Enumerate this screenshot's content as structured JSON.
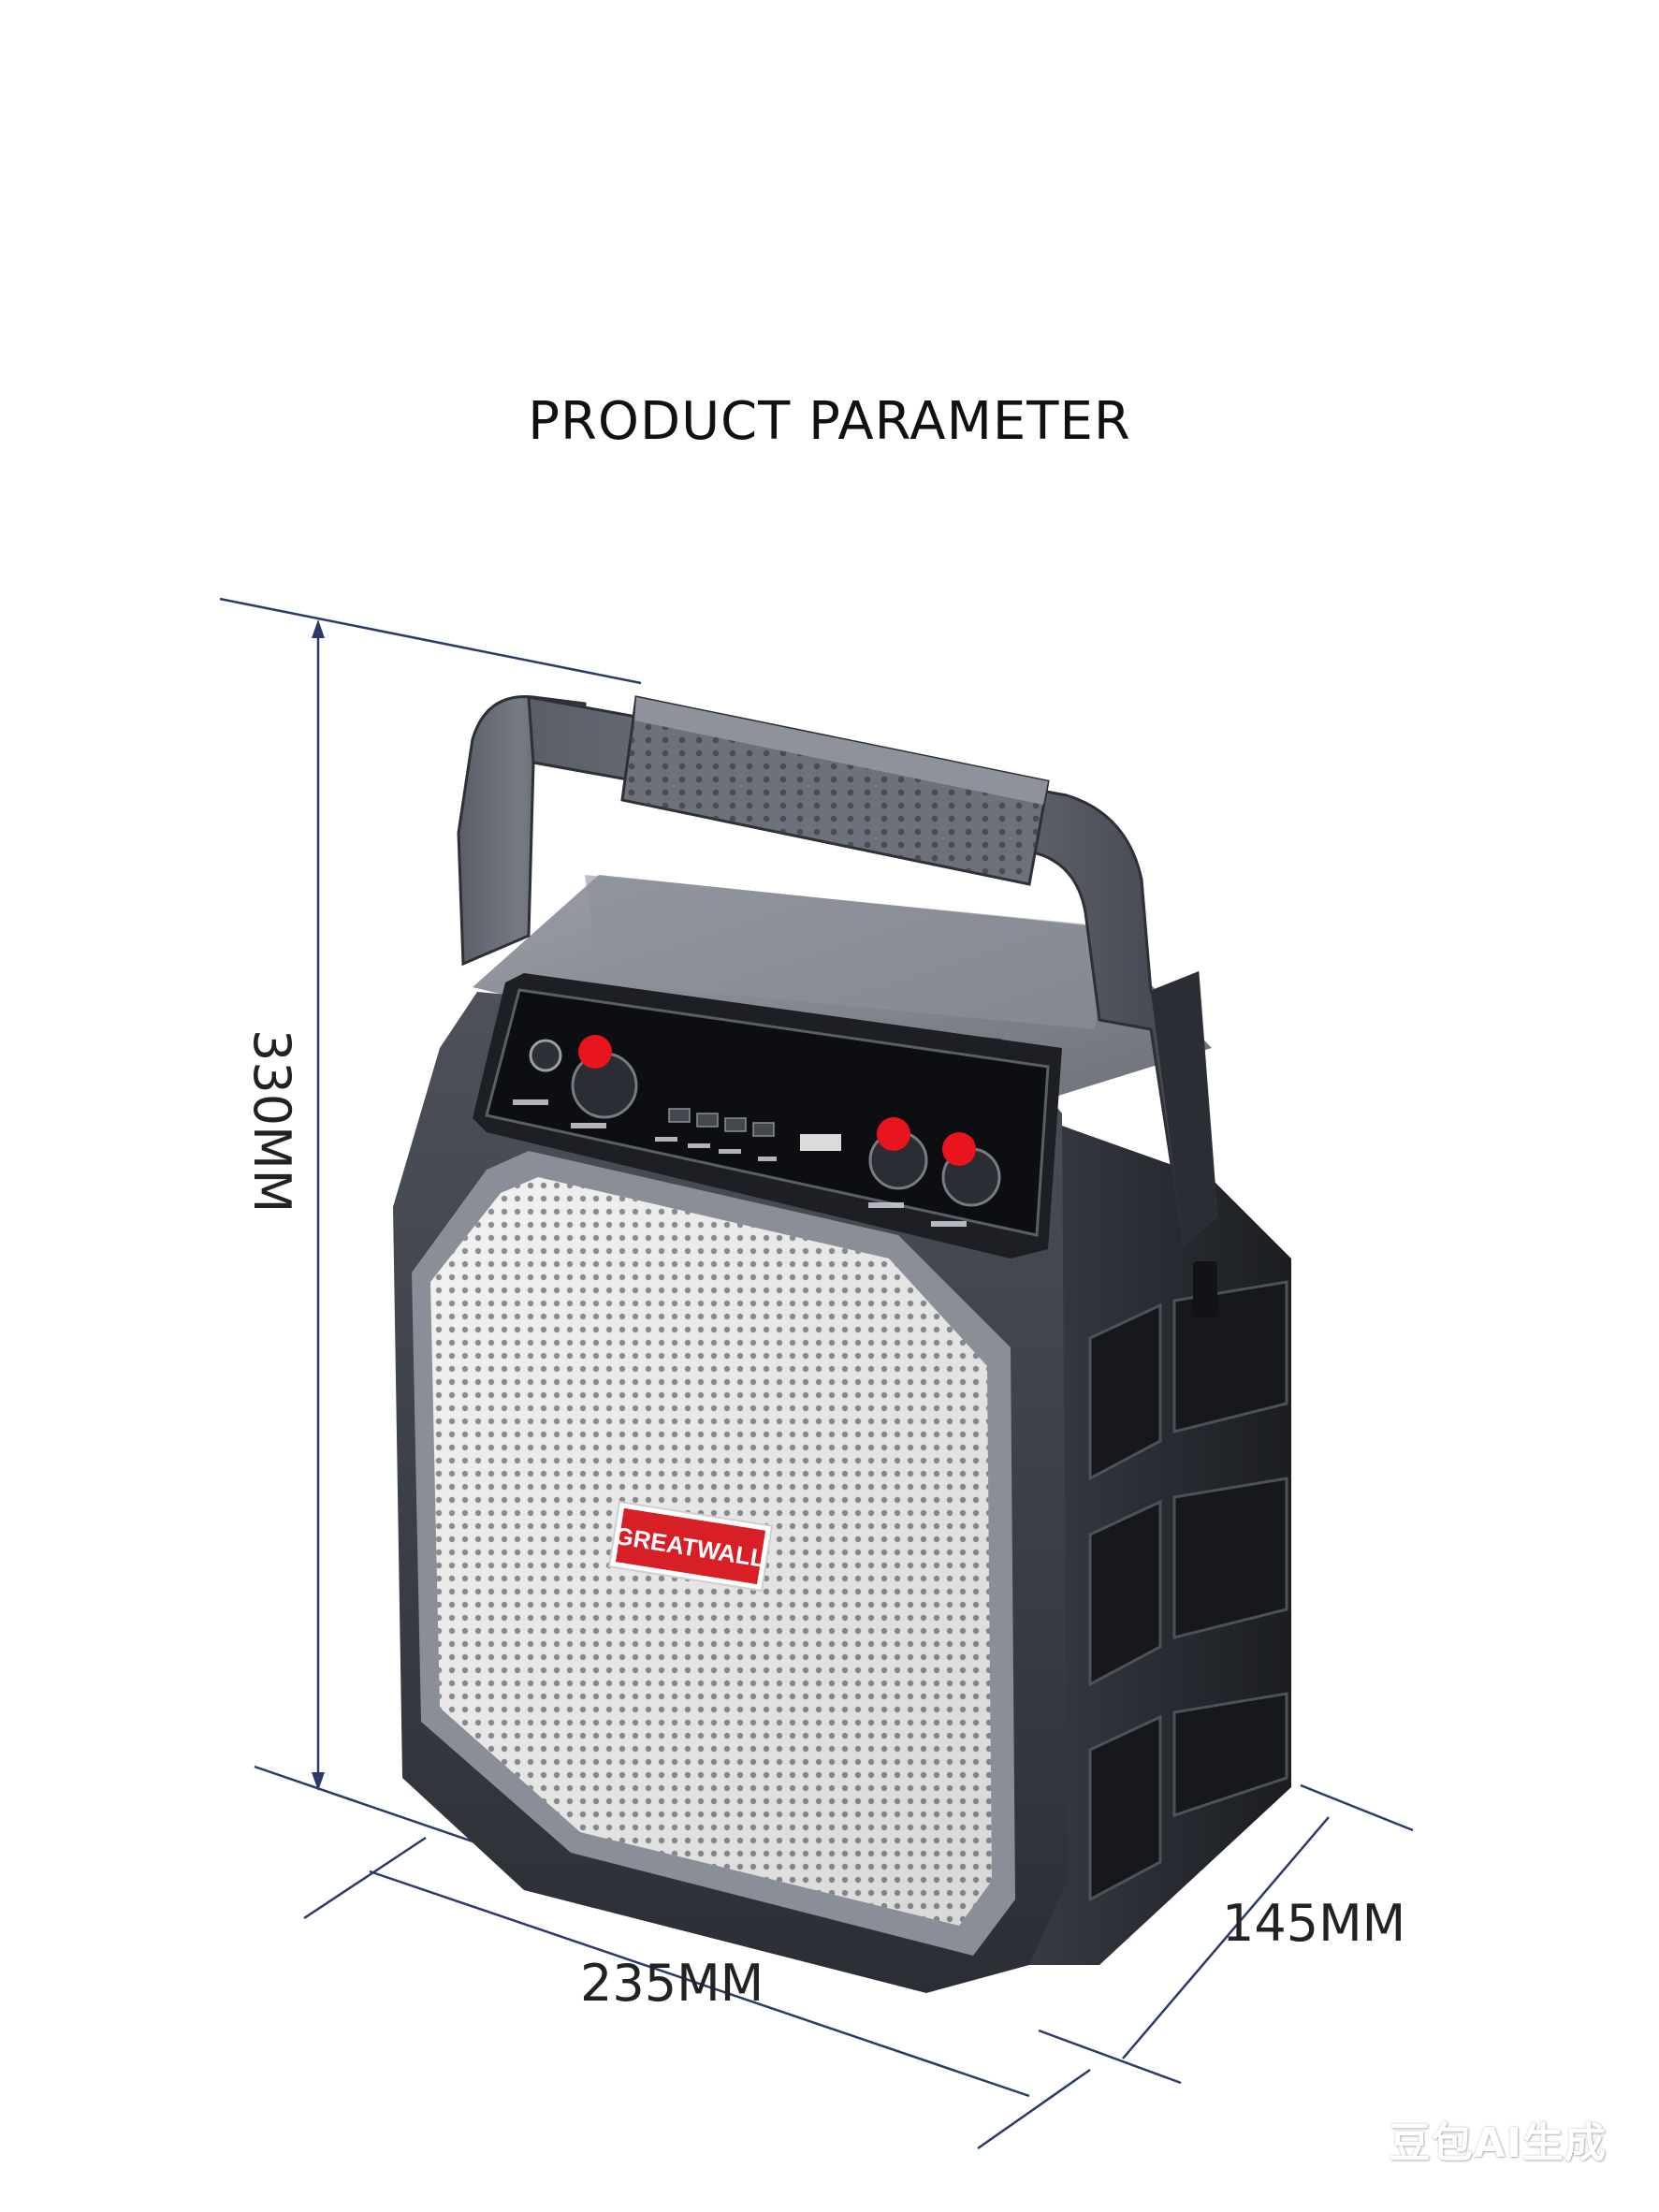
{
  "page": {
    "title": "PRODUCT PARAMETER",
    "watermark": "豆包AI生成"
  },
  "dimensions": {
    "height_label": "330MM",
    "width_label": "235MM",
    "depth_label": "145MM"
  },
  "product": {
    "brand_label": "GREATWALL",
    "icon": "portable-speaker-illustration"
  },
  "colors": {
    "dimension_line": "#2b3a6b",
    "brand_red": "#d81f26",
    "knob_red": "#e8141e",
    "body_dark": "#2a2d33",
    "body_grey": "#6f737b",
    "grille": "#e7e7e7"
  }
}
